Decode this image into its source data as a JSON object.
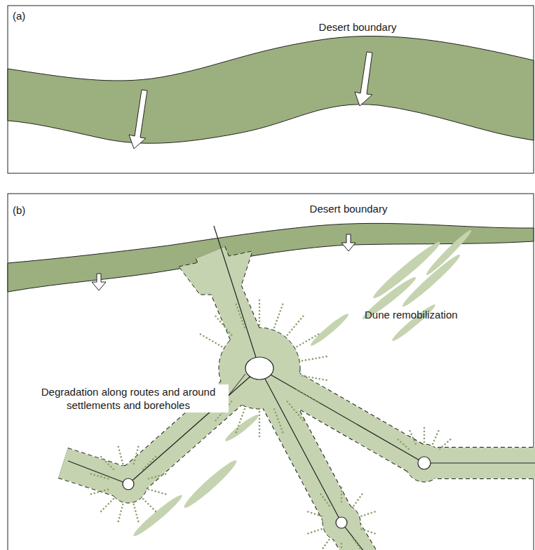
{
  "diagram": {
    "labels": [
      "(a)",
      "Desert boundary",
      "(b)",
      "Desert boundary",
      "Dune remobilization",
      "Degradation along routes and around settlements and boreholes"
    ]
  }
}
